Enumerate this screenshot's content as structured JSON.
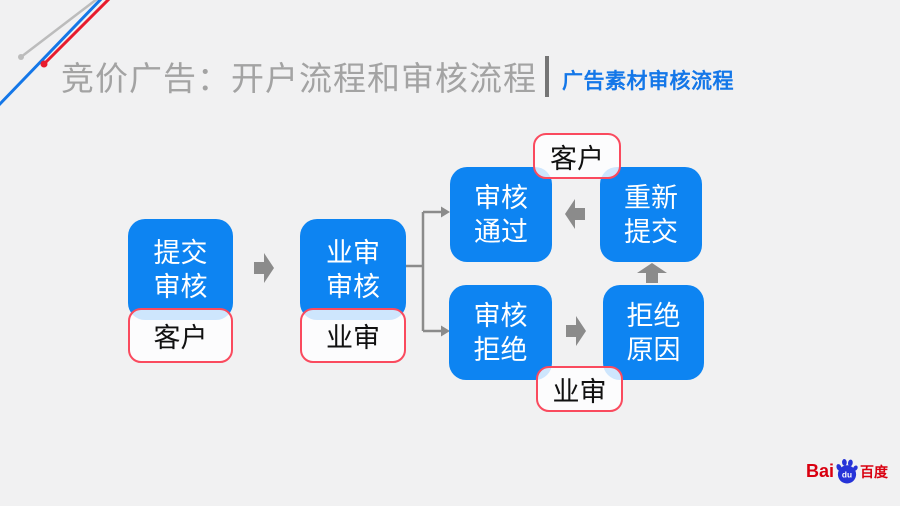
{
  "header": {
    "title": "竞价广告：开户流程和审核流程",
    "subtitle": "广告素材审核流程"
  },
  "diagram": {
    "nodes": [
      {
        "name": "submit-review",
        "line1": "提交",
        "line2": "审核"
      },
      {
        "name": "biz-review",
        "line1": "业审",
        "line2": "审核"
      },
      {
        "name": "review-pass",
        "line1": "审核",
        "line2": "通过"
      },
      {
        "name": "review-reject",
        "line1": "审核",
        "line2": "拒绝"
      },
      {
        "name": "reject-reason",
        "line1": "拒绝",
        "line2": "原因"
      },
      {
        "name": "resubmit",
        "line1": "重新",
        "line2": "提交"
      }
    ],
    "tags": [
      {
        "name": "customer-left",
        "label": "客户"
      },
      {
        "name": "biz-left",
        "label": "业审"
      },
      {
        "name": "customer-top",
        "label": "客户"
      },
      {
        "name": "biz-bottom",
        "label": "业审"
      }
    ],
    "colors": {
      "node_blue": "#0d84f2",
      "tag_border_red": "#fa4a5e",
      "connector_gray": "#8b8b8b"
    }
  },
  "footer": {
    "logo": {
      "bai": "Bai",
      "du": "du",
      "cn": "百度",
      "red": "#d90010",
      "blue": "#2633d8"
    }
  }
}
